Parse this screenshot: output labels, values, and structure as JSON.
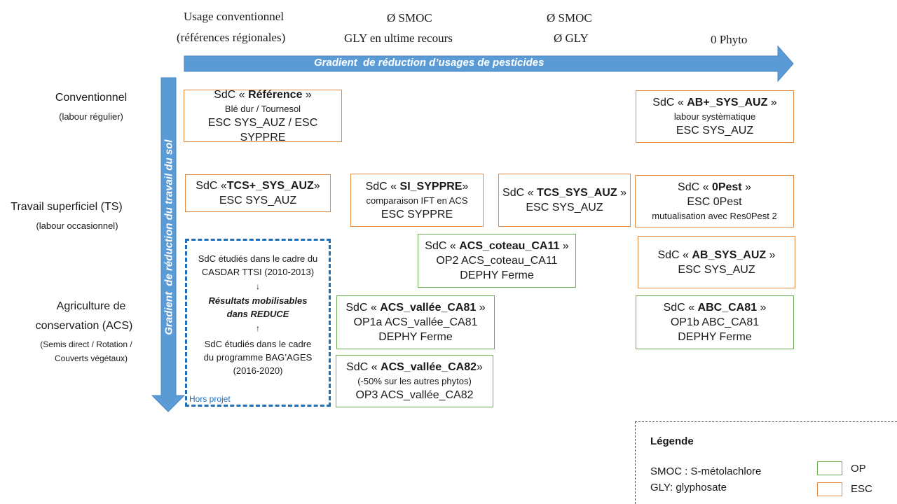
{
  "header": {
    "col1_line1": "Usage conventionnel",
    "col1_line2": "(références régionales)",
    "col2_line1": "Ø SMOC",
    "col2_line2": "GLY en ultime recours",
    "col3_line1": "Ø SMOC",
    "col3_line2": "Ø GLY",
    "col4_line1": "0 Phyto"
  },
  "arrows": {
    "horizontal_label": "Gradient  de réduction d’usages de pesticides",
    "vertical_label": "Gradient  de réduction du travail du sol",
    "color": "#5b9bd5"
  },
  "rows": {
    "conv_title": "Conventionnel",
    "conv_sub": "(labour régulier)",
    "ts_title": "Travail superficiel (TS)",
    "ts_sub": "(labour occasionnel)",
    "acs_title1": "Agriculture de",
    "acs_title2": "conservation (ACS)",
    "acs_sub1": "(Semis direct / Rotation /",
    "acs_sub2": "Couverts végétaux)"
  },
  "boxes": {
    "ref": {
      "pre": "SdC « ",
      "name": "Référence",
      "post": " »",
      "l2": "Blé dur / Tournesol",
      "l3": "ESC SYS_AUZ / ESC SYPPRE"
    },
    "abplus": {
      "pre": "SdC « ",
      "name": "AB+_SYS_AUZ",
      "post": " »",
      "l2": "labour systèmatique",
      "l3": "ESC SYS_AUZ"
    },
    "tcsplus": {
      "pre": "SdC «",
      "name": "TCS+_SYS_AUZ",
      "post": "»",
      "l2": "ESC SYS_AUZ"
    },
    "sisyppre": {
      "pre": "SdC « ",
      "name": "SI_SYPPRE",
      "post": "»",
      "l2": "comparaison IFT en ACS",
      "l3": "ESC SYPPRE"
    },
    "tcs": {
      "pre": "SdC « ",
      "name": "TCS_SYS_AUZ",
      "post": " »",
      "l2": "ESC SYS_AUZ"
    },
    "zeropest": {
      "pre": "SdC « ",
      "name": "0Pest",
      "post": " »",
      "l2": "ESC 0Pest",
      "l3": "mutualisation avec Res0Pest 2"
    },
    "coteau": {
      "pre": "SdC « ",
      "name": "ACS_coteau_CA11",
      "post": " »",
      "l2": "OP2 ACS_coteau_CA11",
      "l3": "DEPHY Ferme"
    },
    "ab": {
      "pre": "SdC « ",
      "name": "AB_SYS_AUZ",
      "post": " »",
      "l2": "ESC SYS_AUZ"
    },
    "vallee81": {
      "pre": "SdC « ",
      "name": "ACS_vallée_CA81",
      "post": " »",
      "l2": "OP1a ACS_vallée_CA81",
      "l3": "DEPHY Ferme"
    },
    "abc": {
      "pre": "SdC « ",
      "name": "ABC_CA81",
      "post": " »",
      "l2": "OP1b ABC_CA81",
      "l3": "DEPHY Ferme"
    },
    "vallee82": {
      "pre": "SdC « ",
      "name": "ACS_vallée_CA82",
      "post": "»",
      "l2": "(-50% sur les autres phytos)",
      "l3": "OP3 ACS_vallée_CA82"
    }
  },
  "hors_projet": {
    "top1": "SdC étudiés dans le cadre du",
    "top2": "CASDAR TTSI (2010-2013)",
    "mid1": "Résultats mobilisables",
    "mid2": "dans REDUCE",
    "bot1": "SdC étudiés dans le cadre",
    "bot2": "du programme  BAG’AGES",
    "bot3": "(2016-2020)",
    "label": "Hors projet",
    "arrow_down": "↓",
    "arrow_up": "↑"
  },
  "legend": {
    "title": "Légende",
    "smoc": "SMOC : S-métolachlore",
    "gly": "GLY: glyphosate",
    "op": "OP",
    "esc": "ESC",
    "op_color": "#6fae52",
    "esc_color": "#e08a43"
  }
}
